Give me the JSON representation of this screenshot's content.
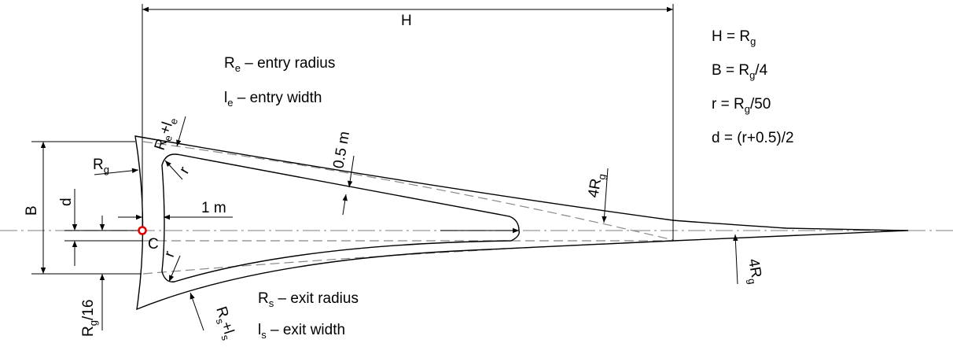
{
  "dimensions": {
    "H": "H",
    "B": "B",
    "d": "d",
    "one_m": "1 m",
    "half_m": "0.5 m",
    "r": "r",
    "C": "C",
    "Rg": {
      "main": "R",
      "sub": "g"
    },
    "Rg16": {
      "main": "R",
      "sub": "g",
      "tail": "/16"
    },
    "fourRg": {
      "pre": "4R",
      "sub": "g"
    },
    "Re_le": {
      "a": "R",
      "a_sub": "e",
      "b": "+l",
      "b_sub": "e"
    },
    "Rs_ls": {
      "a": "R",
      "a_sub": "s",
      "b": "+l",
      "b_sub": "s"
    }
  },
  "legend": {
    "entry_radius": {
      "sym": "R",
      "sub": "e",
      "text": " – entry radius"
    },
    "entry_width": {
      "sym": "l",
      "sub": "e",
      "text": " – entry width"
    },
    "exit_radius": {
      "sym": "R",
      "sub": "s",
      "text": " – exit radius"
    },
    "exit_width": {
      "sym": "l",
      "sub": "s",
      "text": " – exit width"
    }
  },
  "formulas": [
    {
      "pre": "H = R",
      "sub": "g",
      "post": ""
    },
    {
      "pre": "B = R",
      "sub": "g",
      "post": "/4"
    },
    {
      "pre": "r = R",
      "sub": "g",
      "post": "/50"
    },
    {
      "pre": "d = (r+0.5)/2",
      "sub": "",
      "post": ""
    }
  ],
  "colors": {
    "center_marker": "#e00000"
  }
}
